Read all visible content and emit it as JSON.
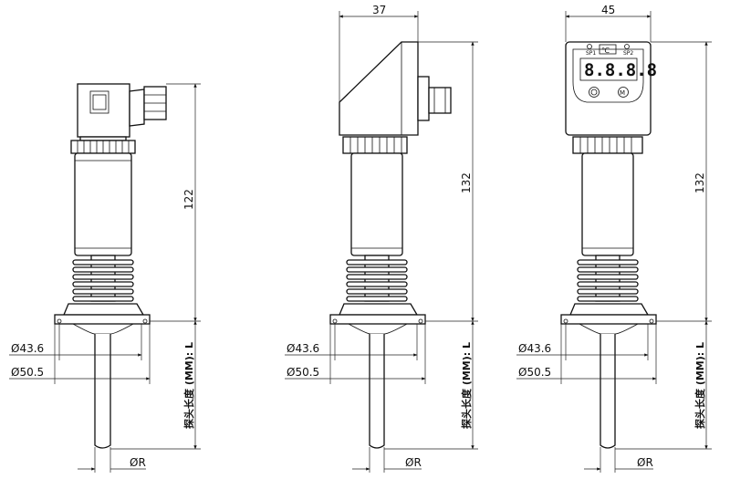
{
  "views": [
    {
      "name": "side-view-plug",
      "height_label": "122",
      "d1": "Ø43.6",
      "d2": "Ø50.5",
      "probe_label": "探头长度 (MM): L",
      "probe_dia": "ØR"
    },
    {
      "name": "side-view-display",
      "width_label": "37",
      "height_label": "132",
      "d1": "Ø43.6",
      "d2": "Ø50.5",
      "probe_label": "探头长度 (MM): L",
      "probe_dia": "ØR"
    },
    {
      "name": "front-view-display",
      "width_label": "45",
      "height_label": "132",
      "display_unit": "℃",
      "display_digits": "8.8.8.8",
      "d1": "Ø43.6",
      "d2": "Ø50.5",
      "probe_label": "探头长度 (MM): L",
      "probe_dia": "ØR"
    }
  ]
}
